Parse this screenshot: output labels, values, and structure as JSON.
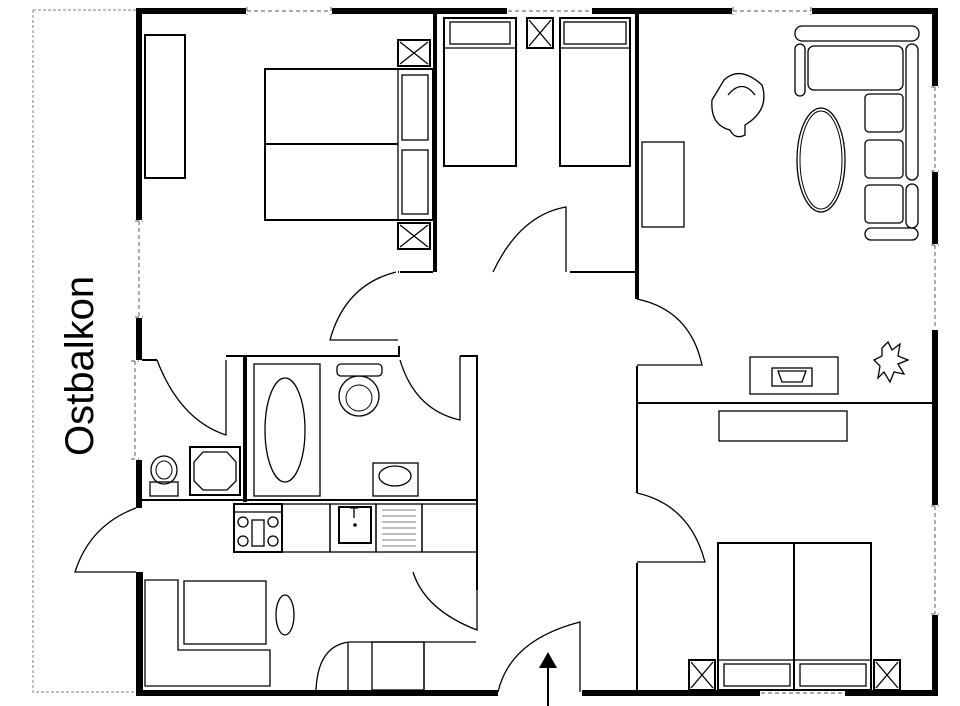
{
  "plan": {
    "type": "floor-plan",
    "labels": {
      "balcony": "Ostbalkon"
    },
    "rooms": [
      {
        "id": "bedroom-1",
        "furniture": [
          "double-bed",
          "nightstands",
          "wardrobe"
        ]
      },
      {
        "id": "children-room",
        "furniture": [
          "single-bed",
          "single-bed",
          "nightstand"
        ]
      },
      {
        "id": "living-room",
        "furniture": [
          "corner-sofa",
          "armchair",
          "oval-table",
          "desk",
          "tv-stand",
          "plant"
        ]
      },
      {
        "id": "bathroom",
        "furniture": [
          "bathtub",
          "toilet",
          "washbasin"
        ]
      },
      {
        "id": "wc",
        "furniture": [
          "toilet",
          "shower"
        ]
      },
      {
        "id": "kitchen",
        "furniture": [
          "stove",
          "sink",
          "dishwasher",
          "counter"
        ]
      },
      {
        "id": "dining",
        "furniture": [
          "corner-bench",
          "table",
          "chair"
        ]
      },
      {
        "id": "bedroom-2",
        "furniture": [
          "double-bed",
          "nightstands",
          "wardrobe"
        ]
      },
      {
        "id": "hallway",
        "furniture": []
      }
    ],
    "entrance": {
      "marker": "arrow-up"
    },
    "colors": {
      "wall": "#000000",
      "window": "#777777",
      "background": "#ffffff"
    }
  }
}
